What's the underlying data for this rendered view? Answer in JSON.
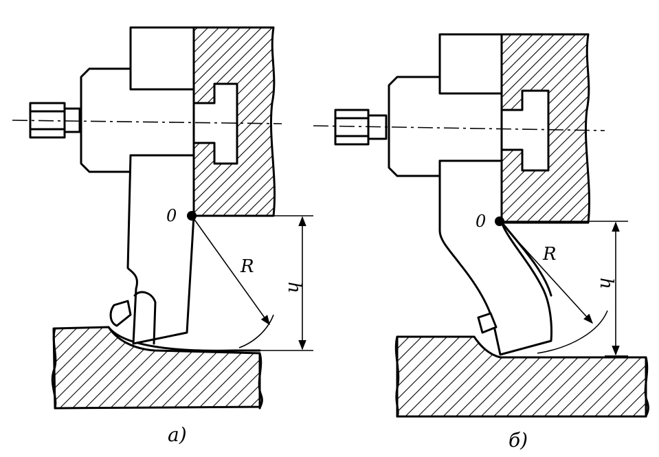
{
  "figures": [
    {
      "id": "a",
      "caption": "a)",
      "point_label": "0",
      "radius_label": "R",
      "height_label": "h"
    },
    {
      "id": "b",
      "caption": "б)",
      "point_label": "0",
      "radius_label": "R",
      "height_label": "h"
    }
  ],
  "colors": {
    "ink": "#000000",
    "paper": "#ffffff"
  }
}
